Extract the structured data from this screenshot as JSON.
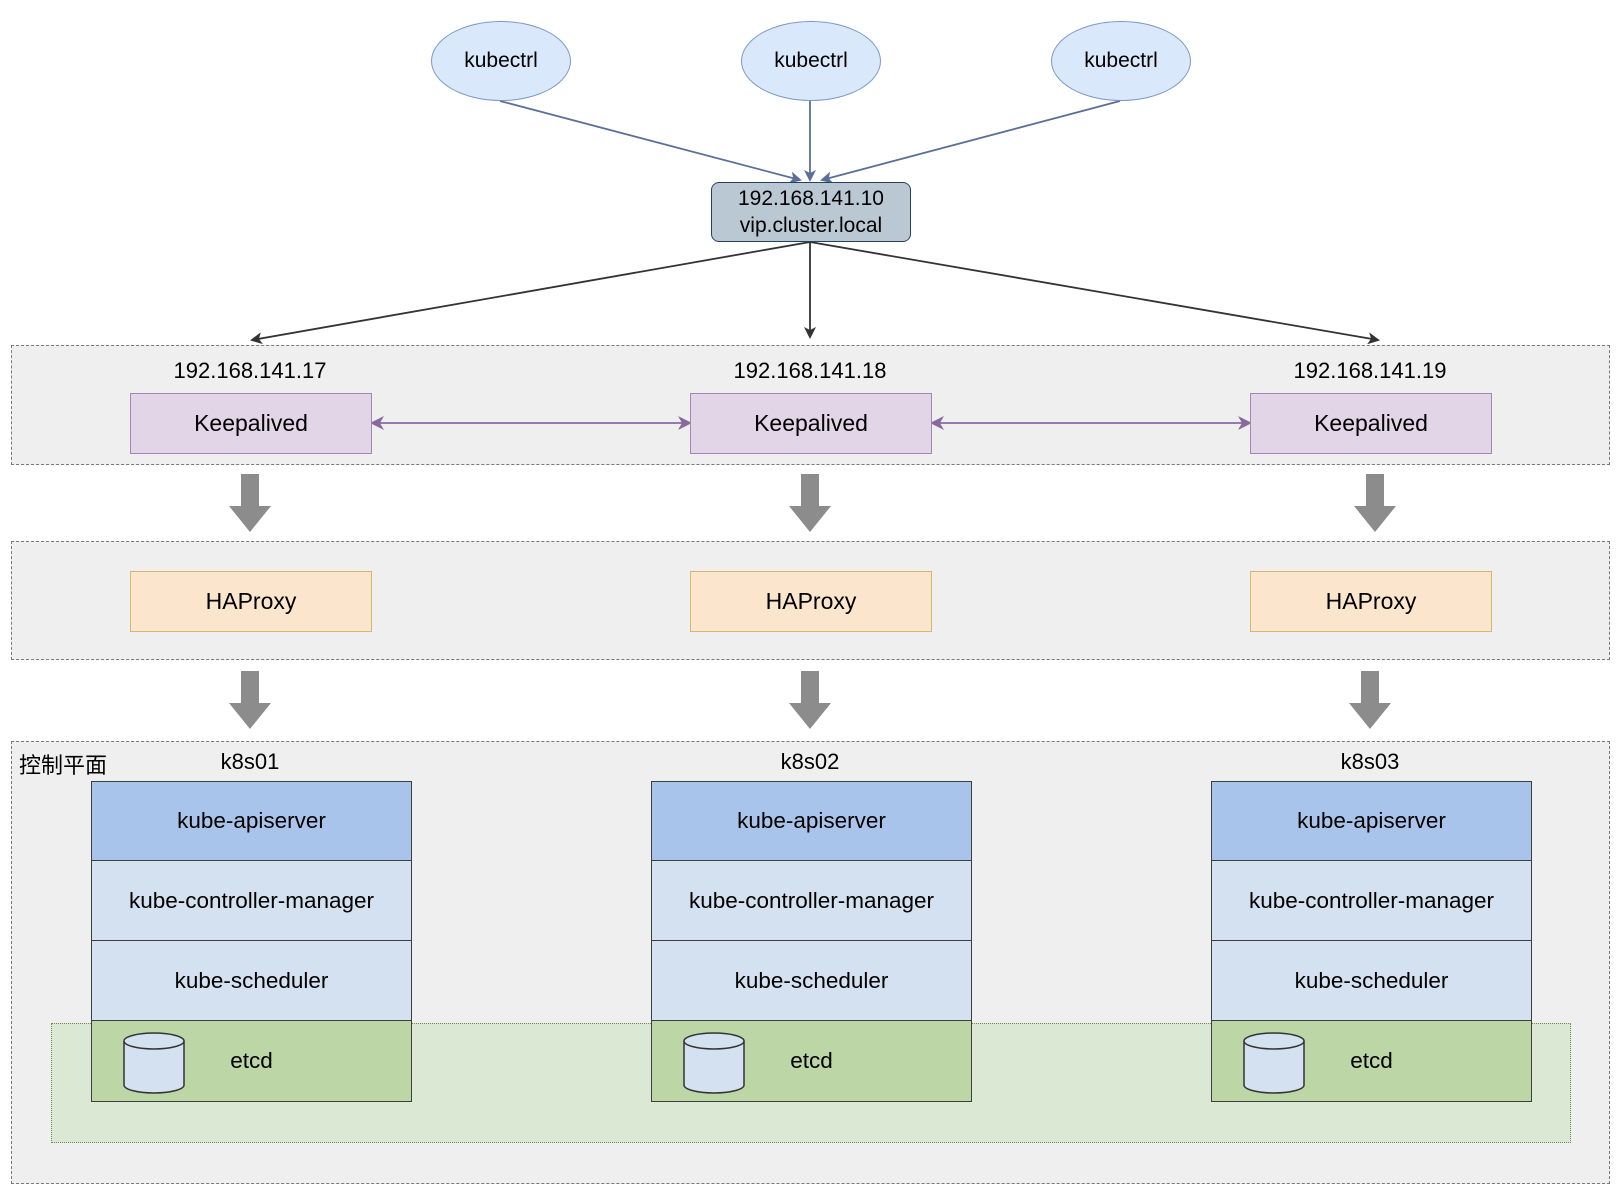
{
  "clients": [
    {
      "label": "kubectrl"
    },
    {
      "label": "kubectrl"
    },
    {
      "label": "kubectrl"
    }
  ],
  "vip": {
    "ip": "192.168.141.10",
    "hostname": "vip.cluster.local"
  },
  "keepalived_nodes": [
    {
      "ip": "192.168.141.17",
      "label": "Keepalived"
    },
    {
      "ip": "192.168.141.18",
      "label": "Keepalived"
    },
    {
      "ip": "192.168.141.19",
      "label": "Keepalived"
    }
  ],
  "haproxy_nodes": [
    {
      "label": "HAProxy"
    },
    {
      "label": "HAProxy"
    },
    {
      "label": "HAProxy"
    }
  ],
  "control_plane": {
    "label": "控制平面",
    "nodes": [
      {
        "name": "k8s01",
        "components": [
          "kube-apiserver",
          "kube-controller-manager",
          "kube-scheduler",
          "etcd"
        ]
      },
      {
        "name": "k8s02",
        "components": [
          "kube-apiserver",
          "kube-controller-manager",
          "kube-scheduler",
          "etcd"
        ]
      },
      {
        "name": "k8s03",
        "components": [
          "kube-apiserver",
          "kube-controller-manager",
          "kube-scheduler",
          "etcd"
        ]
      }
    ]
  },
  "colors": {
    "client_fill": "#dae8fc",
    "vip_fill": "#bac8d3",
    "keepalived_fill": "#e1d5e7",
    "haproxy_fill": "#fbe5cd",
    "apiserver_fill": "#a9c4eb",
    "component_fill": "#d4e1f0",
    "etcd_fill": "#bcd7a5",
    "band_fill": "#efefef"
  }
}
